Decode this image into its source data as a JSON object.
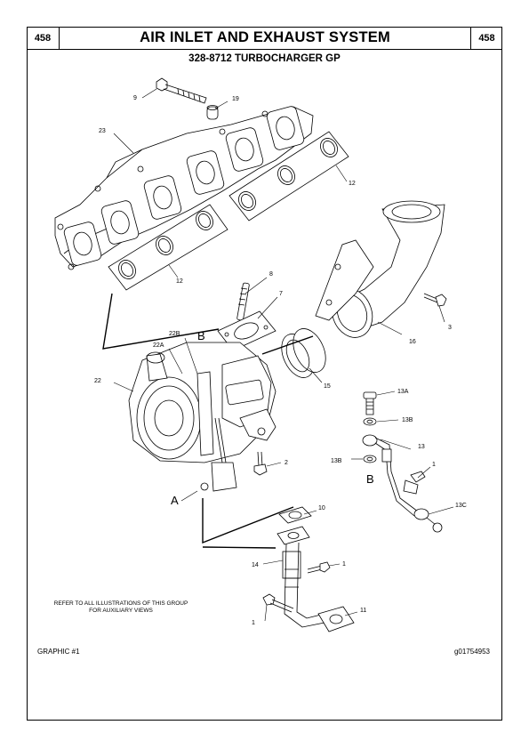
{
  "header": {
    "page_number_left": "458",
    "section_title": "AIR INLET AND EXHAUST SYSTEM",
    "page_number_right": "458"
  },
  "subtitle": "328-8712 TURBOCHARGER GP",
  "callouts": {
    "c9": "9",
    "c19": "19",
    "c23": "23",
    "c12a": "12",
    "c12b": "12",
    "c8": "8",
    "c7": "7",
    "c3": "3",
    "c16": "16",
    "c15": "15",
    "c22b": "22B",
    "c22a": "22A",
    "c22": "22",
    "c2": "2",
    "c13a": "13A",
    "c13b1": "13B",
    "c13": "13",
    "c13b2": "13B",
    "c1a": "1",
    "c13c": "13C",
    "c10": "10",
    "c14": "14",
    "c1b": "1",
    "c11": "11",
    "c1c": "1"
  },
  "view_labels": {
    "a": "A",
    "b_top": "B",
    "b_bottom": "B"
  },
  "refer_note": "REFER TO ALL ILLUSTRATIONS OF THIS GROUP FOR AUXILIARY VIEWS",
  "footer": {
    "graphic_label": "GRAPHIC #1",
    "graphic_id": "g01754953"
  }
}
